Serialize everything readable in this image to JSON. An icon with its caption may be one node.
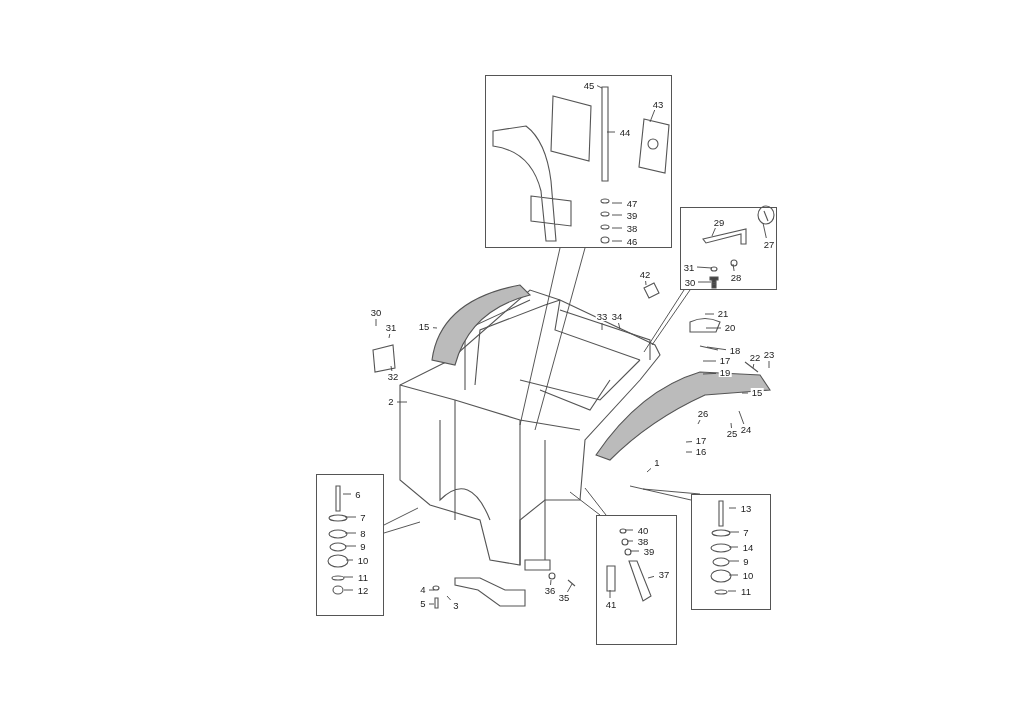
{
  "diagram": {
    "nodes": [
      {
        "text": [],
        "shape": "box"
      },
      {
        "text": [],
        "shape": "box"
      },
      {
        "text": [],
        "shape": "box"
      },
      {
        "text": [],
        "shape": "box"
      },
      {
        "text": [],
        "shape": "box"
      },
      {
        "text": [
          "45"
        ],
        "in": 0
      },
      {
        "text": [
          "44"
        ],
        "in": 0
      },
      {
        "text": [
          "43"
        ],
        "in": 0
      },
      {
        "text": [
          "47"
        ],
        "in": 0
      },
      {
        "text": [
          "39"
        ],
        "in": 0
      },
      {
        "text": [
          "38"
        ],
        "in": 0
      },
      {
        "text": [
          "46"
        ],
        "in": 0
      },
      {
        "text": [
          "29"
        ],
        "in": 1
      },
      {
        "text": [
          "27"
        ],
        "in": 1
      },
      {
        "text": [
          "31"
        ],
        "in": 1
      },
      {
        "text": [
          "30"
        ],
        "in": 1
      },
      {
        "text": [
          "28"
        ],
        "in": 1
      },
      {
        "text": [
          "42"
        ]
      },
      {
        "text": [
          "33"
        ]
      },
      {
        "text": [
          "34"
        ]
      },
      {
        "text": [
          "30"
        ]
      },
      {
        "text": [
          "31"
        ]
      },
      {
        "text": [
          "15"
        ]
      },
      {
        "text": [
          "32"
        ]
      },
      {
        "text": [
          "2"
        ]
      },
      {
        "text": [
          "21"
        ]
      },
      {
        "text": [
          "20"
        ]
      },
      {
        "text": [
          "18"
        ]
      },
      {
        "text": [
          "17"
        ]
      },
      {
        "text": [
          "19"
        ]
      },
      {
        "text": [
          "22"
        ]
      },
      {
        "text": [
          "23"
        ]
      },
      {
        "text": [
          "15"
        ]
      },
      {
        "text": [
          "26"
        ]
      },
      {
        "text": [
          "25"
        ]
      },
      {
        "text": [
          "24"
        ]
      },
      {
        "text": [
          "17"
        ]
      },
      {
        "text": [
          "16"
        ]
      },
      {
        "text": [
          "1"
        ]
      },
      {
        "text": [
          "4"
        ]
      },
      {
        "text": [
          "5"
        ]
      },
      {
        "text": [
          "3"
        ]
      },
      {
        "text": [
          "36"
        ]
      },
      {
        "text": [
          "35"
        ]
      },
      {
        "text": [
          "6"
        ],
        "in": 2
      },
      {
        "text": [
          "7"
        ],
        "in": 2
      },
      {
        "text": [
          "8"
        ],
        "in": 2
      },
      {
        "text": [
          "9"
        ],
        "in": 2
      },
      {
        "text": [
          "10"
        ],
        "in": 2
      },
      {
        "text": [
          "11"
        ],
        "in": 2
      },
      {
        "text": [
          "12"
        ],
        "in": 2
      },
      {
        "text": [
          "40"
        ],
        "in": 3
      },
      {
        "text": [
          "38"
        ],
        "in": 3
      },
      {
        "text": [
          "39"
        ],
        "in": 3
      },
      {
        "text": [
          "37"
        ],
        "in": 3
      },
      {
        "text": [
          "41"
        ],
        "in": 3
      },
      {
        "text": [
          "13"
        ],
        "in": 4
      },
      {
        "text": [
          "7"
        ],
        "in": 4
      },
      {
        "text": [
          "14"
        ],
        "in": 4
      },
      {
        "text": [
          "9"
        ],
        "in": 4
      },
      {
        "text": [
          "10"
        ],
        "in": 4
      },
      {
        "text": [
          "11"
        ],
        "in": 4
      },
      {
        "text": [],
        "shape": "picture"
      },
      {
        "text": [],
        "shape": "picture",
        "in": 0
      },
      {
        "text": [],
        "shape": "picture",
        "in": 1
      },
      {
        "text": [],
        "shape": "picture",
        "in": 2
      },
      {
        "text": [],
        "shape": "picture",
        "in": 3
      },
      {
        "text": [],
        "shape": "picture",
        "in": 4
      },
      {
        "text": [],
        "shape": "picture",
        "in": 1
      },
      {
        "text": [],
        "shape": "picture",
        "in": 1
      },
      {
        "text": [],
        "shape": "picture",
        "in": 1
      },
      {
        "text": [],
        "shape": "picture",
        "in": 1
      },
      {
        "text": [],
        "shape": "picture",
        "in": 3
      },
      {
        "text": [],
        "shape": "picture",
        "in": 3
      },
      {
        "text": [],
        "shape": "picture",
        "in": 3
      },
      {
        "text": [],
        "shape": "picture",
        "in": 3
      }
    ],
    "edges": [
      {
        "from": 0,
        "to": 62,
        "arrow": "none"
      },
      {
        "from": 0,
        "to": 62,
        "arrow": "none"
      },
      {
        "from": 1,
        "to": 62,
        "arrow": "none"
      },
      {
        "from": 1,
        "to": 62,
        "arrow": "none"
      },
      {
        "from": 2,
        "to": 62,
        "arrow": "none"
      },
      {
        "from": 2,
        "to": 62,
        "arrow": "none"
      },
      {
        "from": 3,
        "to": 62,
        "arrow": "none"
      },
      {
        "from": 3,
        "to": 62,
        "arrow": "none"
      },
      {
        "from": 4,
        "to": 62,
        "arrow": "none"
      },
      {
        "from": 4,
        "to": 62,
        "arrow": "none"
      },
      {
        "from": 5,
        "to": 63,
        "arrow": "none"
      },
      {
        "from": 6,
        "to": 63,
        "arrow": "none"
      },
      {
        "from": 7,
        "to": 63,
        "arrow": "none"
      },
      {
        "from": 8,
        "to": 63,
        "arrow": "none"
      },
      {
        "from": 9,
        "to": 63,
        "arrow": "none"
      },
      {
        "from": 10,
        "to": 63,
        "arrow": "none"
      },
      {
        "from": 11,
        "to": 63,
        "arrow": "none"
      },
      {
        "from": 12,
        "to": 64,
        "arrow": "none"
      },
      {
        "from": 13,
        "to": 68,
        "arrow": "none"
      },
      {
        "from": 14,
        "to": 70,
        "arrow": "none"
      },
      {
        "from": 15,
        "to": 71,
        "arrow": "none"
      },
      {
        "from": 16,
        "to": 69,
        "arrow": "none"
      },
      {
        "from": 17,
        "to": 62,
        "arrow": "none"
      },
      {
        "from": 18,
        "to": 62,
        "arrow": "none"
      },
      {
        "from": 19,
        "to": 62,
        "arrow": "none"
      },
      {
        "from": 20,
        "to": 62,
        "arrow": "none"
      },
      {
        "from": 21,
        "to": 62,
        "arrow": "none"
      },
      {
        "from": 22,
        "to": 62,
        "arrow": "none"
      },
      {
        "from": 23,
        "to": 62,
        "arrow": "none"
      },
      {
        "from": 24,
        "to": 62,
        "arrow": "none"
      },
      {
        "from": 25,
        "to": 62,
        "arrow": "none"
      },
      {
        "from": 26,
        "to": 62,
        "arrow": "none"
      },
      {
        "from": 27,
        "to": 62,
        "arrow": "none"
      },
      {
        "from": 28,
        "to": 62,
        "arrow": "none"
      },
      {
        "from": 29,
        "to": 62,
        "arrow": "none"
      },
      {
        "from": 30,
        "to": 62,
        "arrow": "none"
      },
      {
        "from": 31,
        "to": 62,
        "arrow": "none"
      },
      {
        "from": 32,
        "to": 62,
        "arrow": "none"
      },
      {
        "from": 33,
        "to": 62,
        "arrow": "none"
      },
      {
        "from": 34,
        "to": 62,
        "arrow": "none"
      },
      {
        "from": 35,
        "to": 62,
        "arrow": "none"
      },
      {
        "from": 36,
        "to": 62,
        "arrow": "none"
      },
      {
        "from": 37,
        "to": 62,
        "arrow": "none"
      },
      {
        "from": 38,
        "to": 62,
        "arrow": "none"
      },
      {
        "from": 39,
        "to": 62,
        "arrow": "none"
      },
      {
        "from": 40,
        "to": 62,
        "arrow": "none"
      },
      {
        "from": 41,
        "to": 62,
        "arrow": "none"
      },
      {
        "from": 42,
        "to": 62,
        "arrow": "none"
      },
      {
        "from": 43,
        "to": 62,
        "arrow": "none"
      },
      {
        "from": 44,
        "to": 65,
        "arrow": "none"
      },
      {
        "from": 45,
        "to": 65,
        "arrow": "none"
      },
      {
        "from": 46,
        "to": 65,
        "arrow": "none"
      },
      {
        "from": 47,
        "to": 65,
        "arrow": "none"
      },
      {
        "from": 48,
        "to": 65,
        "arrow": "none"
      },
      {
        "from": 49,
        "to": 65,
        "arrow": "none"
      },
      {
        "from": 50,
        "to": 65,
        "arrow": "none"
      },
      {
        "from": 51,
        "to": 72,
        "arrow": "none"
      },
      {
        "from": 52,
        "to": 73,
        "arrow": "none"
      },
      {
        "from": 53,
        "to": 74,
        "arrow": "none"
      },
      {
        "from": 54,
        "to": 66,
        "arrow": "none"
      },
      {
        "from": 55,
        "to": 75,
        "arrow": "none"
      },
      {
        "from": 56,
        "to": 67,
        "arrow": "none"
      },
      {
        "from": 57,
        "to": 67,
        "arrow": "none"
      },
      {
        "from": 58,
        "to": 67,
        "arrow": "none"
      },
      {
        "from": 59,
        "to": 67,
        "arrow": "none"
      },
      {
        "from": 60,
        "to": 67,
        "arrow": "none"
      },
      {
        "from": 61,
        "to": 67,
        "arrow": "none"
      }
    ]
  }
}
